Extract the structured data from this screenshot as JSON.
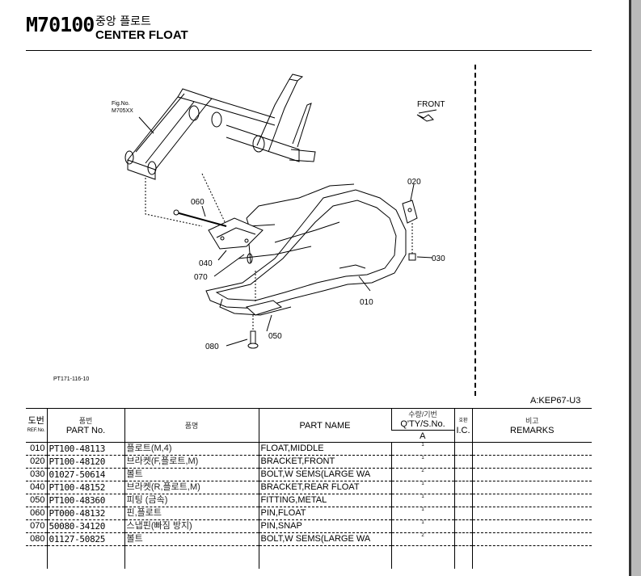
{
  "header": {
    "code": "M70100",
    "title_ko": "중앙 플로트",
    "title_en": "CENTER FLOAT"
  },
  "diagram": {
    "fig_label": "Fig.No.",
    "fig_ref": "M705XX",
    "front_label": "FRONT",
    "footer_code": "PT171-116-10",
    "callouts": [
      "010",
      "020",
      "030",
      "040",
      "050",
      "060",
      "070",
      "080"
    ]
  },
  "model_code": "A:KEP67-U3",
  "table": {
    "headers": {
      "ref_ko": "도번",
      "ref_en": "REF.No.",
      "part_no_ko": "품번",
      "part_no_en": "PART No.",
      "name_ko": "품명",
      "name_en": "PART NAME",
      "qty_ko": "수량/기번",
      "qty_en": "Q'TY/S.No.",
      "qty_sub": "A",
      "ic_ko": "호환",
      "ic_en": "I.C.",
      "remarks_ko": "비고",
      "remarks_en": "REMARKS"
    },
    "rows": [
      {
        "ref": "010",
        "part_no": "PT100-48113",
        "name_ko": "플로트(M,4)",
        "name_en": "FLOAT,MIDDLE",
        "qty": "1"
      },
      {
        "ref": "020",
        "part_no": "PT100-48120",
        "name_ko": "브라켓(F,플로트,M)",
        "name_en": "BRACKET,FRONT",
        "qty": "1"
      },
      {
        "ref": "030",
        "part_no": "01027-50614",
        "name_ko": "볼트",
        "name_en": "BOLT,W SEMS(LARGE WA",
        "qty": "2"
      },
      {
        "ref": "040",
        "part_no": "PT100-48152",
        "name_ko": "브라켓(R,플로트,M)",
        "name_en": "BRACKET,REAR FLOAT",
        "qty": "1"
      },
      {
        "ref": "050",
        "part_no": "PT100-48360",
        "name_ko": "피팅 (금속)",
        "name_en": "FITTING,METAL",
        "qty": "1"
      },
      {
        "ref": "060",
        "part_no": "PT000-48132",
        "name_ko": "핀,플로트",
        "name_en": "PIN,FLOAT",
        "qty": "1"
      },
      {
        "ref": "070",
        "part_no": "50080-34120",
        "name_ko": "스냅핀(빠짐 방지)",
        "name_en": "PIN,SNAP",
        "qty": "1"
      },
      {
        "ref": "080",
        "part_no": "01127-50825",
        "name_ko": "볼트",
        "name_en": "BOLT,W SEMS(LARGE WA",
        "qty": "2"
      }
    ]
  }
}
